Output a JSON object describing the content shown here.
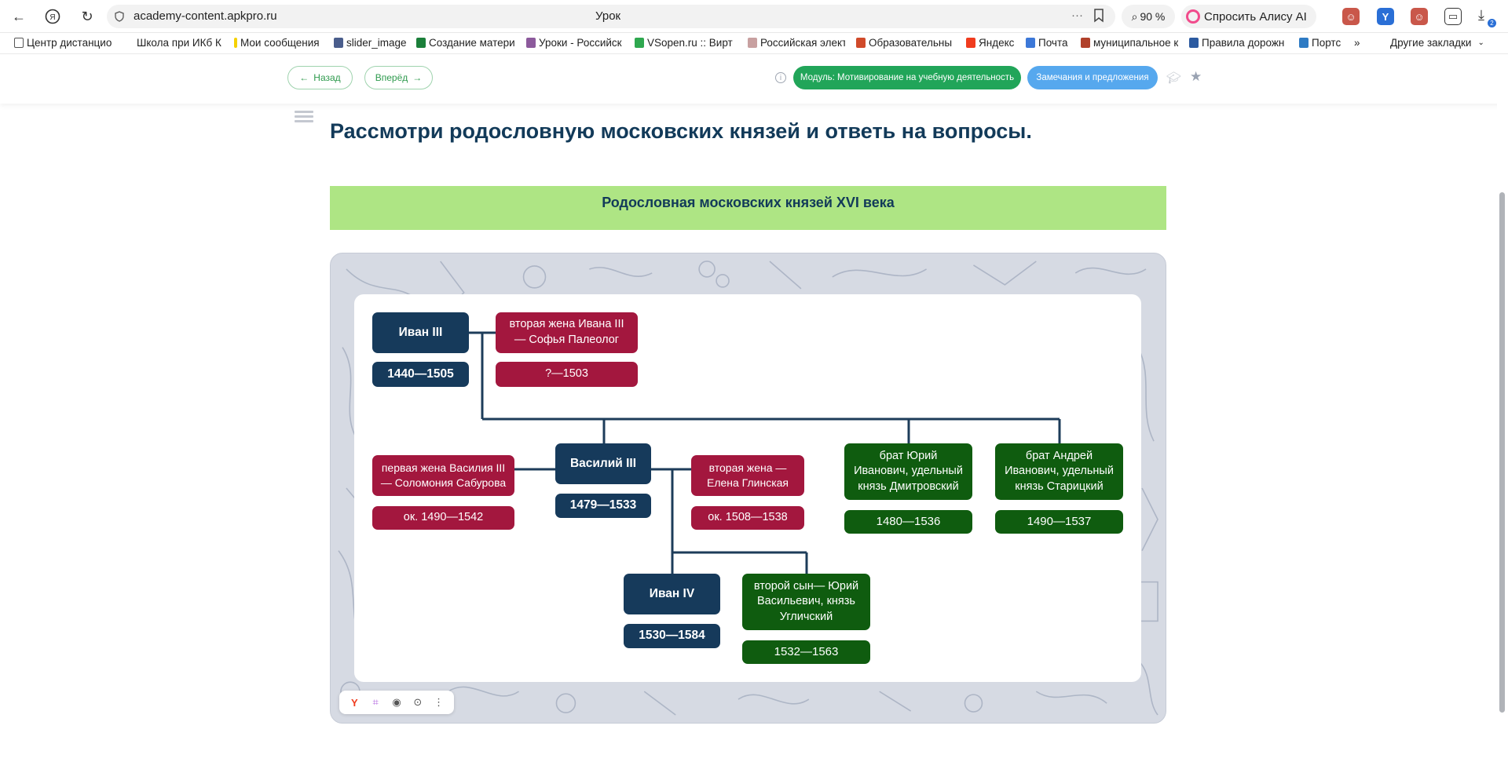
{
  "browser": {
    "url": "academy-content.apkpro.ru",
    "tab_title": "Урок",
    "more": "···",
    "zoom": "90 %",
    "alice": "Спросить Алису AI",
    "download_badge": "2"
  },
  "bookmarks": [
    {
      "label": "Центр дистанцио",
      "color": "#555555"
    },
    {
      "label": "Школа при ИКб К",
      "color": "#ffffff"
    },
    {
      "label": "Мои сообщения",
      "color": "#f5d100"
    },
    {
      "label": "slider_image",
      "color": "#4a5d8c"
    },
    {
      "label": "Создание матери",
      "color": "#1b7f3a"
    },
    {
      "label": "Уроки - Российск",
      "color": "#8c5a9c"
    },
    {
      "label": "VSopen.ru :: Вирт",
      "color": "#2fa84f"
    },
    {
      "label": "Российская элект",
      "color": "#c8a0a0"
    },
    {
      "label": "Образовательны",
      "color": "#d04a2a"
    },
    {
      "label": "Яндекс",
      "color": "#f03c1e"
    },
    {
      "label": "Почта",
      "color": "#3c78d8"
    },
    {
      "label": "муниципальное к",
      "color": "#b0402a"
    },
    {
      "label": "Правила дорожн",
      "color": "#2c5aa0"
    },
    {
      "label": "Портс",
      "color": "#2e7bc4"
    }
  ],
  "bookmarks_more": "»",
  "bookmarks_other": "Другие закладки",
  "toolbar": {
    "back": "Назад",
    "forward": "Вперёд",
    "info": "i",
    "module": "Модуль: Мотивирование на учебную деятельность",
    "remarks": "Замечания и предложения"
  },
  "lesson": {
    "title": "Рассмотри родословную московских князей и ответь на вопросы.",
    "banner": "Родословная московских князей XVI века"
  },
  "tree": {
    "ivan3": {
      "name": "Иван III",
      "years": "1440—1505"
    },
    "sofia": {
      "name": "вторая жена Ивана III — Софья Палеолог",
      "years": "?—1503"
    },
    "solomonia": {
      "name": "первая жена Василия III — Соломония Сабурова",
      "years": "ок. 1490—1542"
    },
    "vasily3": {
      "name": "Василий III",
      "years": "1479—1533"
    },
    "elena": {
      "name": "вторая жена — Елена Глинская",
      "years": "ок. 1508—1538"
    },
    "yury_dmitrov": {
      "name": "брат Юрий Иванович, удельный князь Дмитровский",
      "years": "1480—1536"
    },
    "andrey": {
      "name": "брат Андрей Иванович, удельный князь Старицкий",
      "years": "1490—1537"
    },
    "ivan4": {
      "name": "Иван IV",
      "years": "1530—1584"
    },
    "yury_uglich": {
      "name": "второй сын— Юрий Васильевич, князь Угличский",
      "years": "1532—1563"
    }
  },
  "colors": {
    "navy": "#163a5b",
    "crimson": "#a3173e",
    "green": "#0f5c0f",
    "banner": "#aee584",
    "accent_green": "#21a559",
    "accent_blue": "#56a8ee"
  }
}
